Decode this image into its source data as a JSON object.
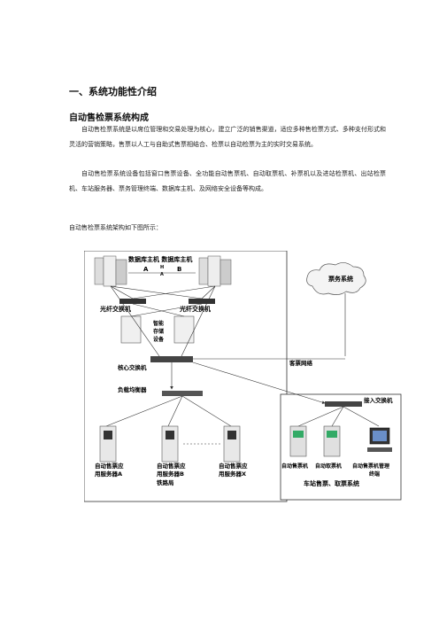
{
  "heading": "一、系统功能性介绍",
  "subheading": "自动售检票系统构成",
  "paragraph1": "自动售检票系统是以席位管理和交易处理为核心，建立广泛的销售渠道，适应多种售检票方式、多种支付形式和灵活的营销策略，售票以人工与自助式售票相结合、检票以自动检票为主的实时交易系统。",
  "paragraph2": "自动售检票系统设备包括窗口售票设备、全功能自动售票机、自动取票机、补票机以及进站检票机、出站检票机、车站服务器、票务管理终端、数据库主机、及网络安全设备等构成。",
  "paragraph3": "自动售检票系统架构如下图所示：",
  "diagram": {
    "db_host_title": "数据库主机 数据库主机",
    "ha_a1": "A",
    "ha_h": "H",
    "ha_b": "B",
    "ha_a2": "A",
    "ticket_system": "票务系统",
    "fiber_switch_left": "光纤交换机",
    "fiber_switch_right": "光纤交换机",
    "storage": [
      "智能",
      "存储",
      "设备"
    ],
    "core_switch": "核心交换机",
    "passenger_network": "客票网络",
    "load_balancer": "负载均衡器",
    "access_switch": "接入交换机",
    "app_server_a": [
      "自动售票应",
      "用服务器A"
    ],
    "app_server_b": [
      "自动售票应",
      "用服务器B"
    ],
    "app_server_x": [
      "自动售票应",
      "用服务器X"
    ],
    "railway_bureau": "铁路局",
    "tvm": "自动售票机",
    "ticket_collector": "自动取票机",
    "mgmt_terminal": [
      "自动售票机管理",
      "终端"
    ],
    "station_system": "车站售票、取票系统"
  }
}
